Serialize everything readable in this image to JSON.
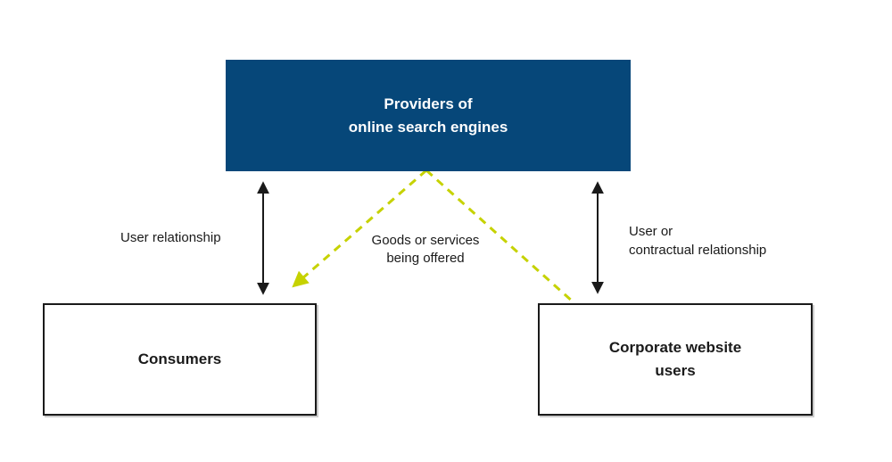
{
  "colors": {
    "provider-blue": "#064779",
    "lime": "#c6d200",
    "arrow-black": "#1a1a1a",
    "box-border": "#1a1a1a",
    "text-dark": "#1a1a1a",
    "text-light": "#ffffff",
    "background": "#ffffff"
  },
  "nodes": {
    "providers": {
      "line1": "Providers of",
      "line2": "online search engines"
    },
    "consumers": {
      "label": "Consumers"
    },
    "corporate": {
      "line1": "Corporate website",
      "line2": "users"
    }
  },
  "edges": {
    "user_relationship": {
      "label": "User relationship"
    },
    "goods_services": {
      "line1": "Goods or services",
      "line2": "being offered"
    },
    "contractual": {
      "line1": "User or",
      "line2": "contractual relationship"
    }
  }
}
